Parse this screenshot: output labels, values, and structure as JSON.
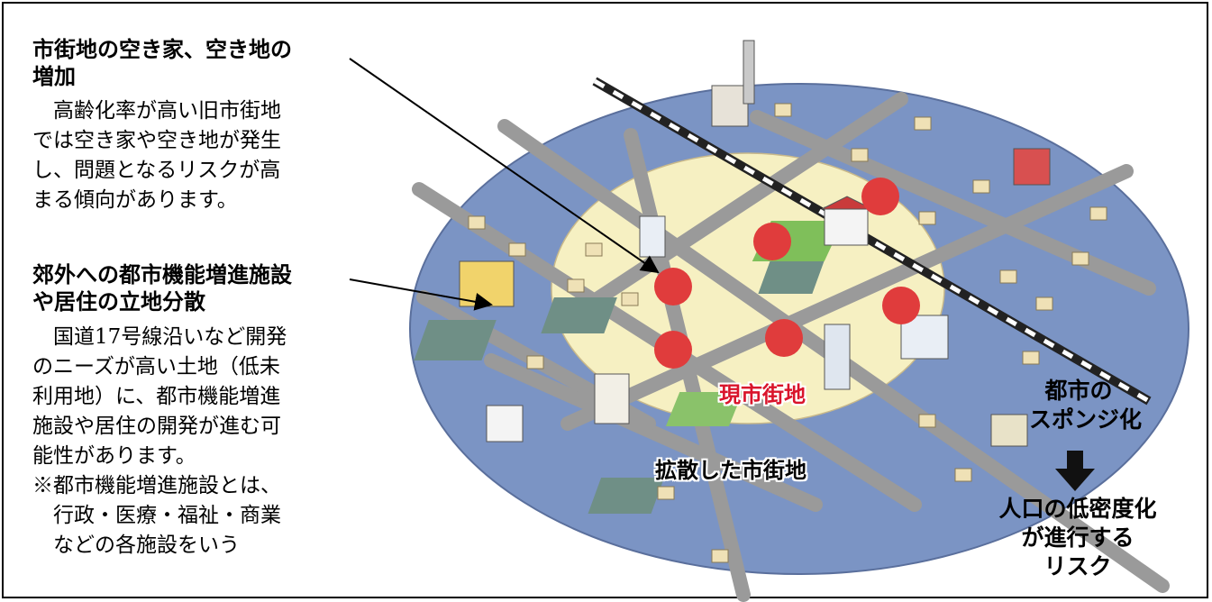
{
  "left_panel": {
    "section1": {
      "heading_lines": [
        "市街地の空き家、空き地の",
        "増加"
      ],
      "body_lines": [
        "　高齢化率が高い旧市街地",
        "では空き家や空き地が発生",
        "し、問題となるリスクが高",
        "まる傾向があります。"
      ]
    },
    "section2": {
      "heading_lines": [
        "郊外への都市機能増進施設",
        "や居住の立地分散"
      ],
      "body_lines": [
        "　国道17号線沿いなど開発",
        "のニーズが高い土地（低未",
        "利用地）に、都市機能増進",
        "施設や居住の開発が進む可",
        "能性があります。"
      ],
      "note_lines": [
        "※都市機能増進施設とは、",
        "　行政・医療・福祉・商業",
        "　などの各施設をいう"
      ]
    }
  },
  "map": {
    "inner_label": "現市街地",
    "outer_label": "拡散した市街地",
    "colors": {
      "outer_area": "#7b94c4",
      "inner_area": "#f6f0c2",
      "vacancy_dot": "#e03c3c",
      "inner_label": "#d9142b",
      "road": "#9a9a9a"
    }
  },
  "right_panel": {
    "top_lines": [
      "都市の",
      "スポンジ化"
    ],
    "arrow_icon": "down-arrow-icon",
    "bottom_lines": [
      "人口の低密度化",
      "が進行する",
      "リスク"
    ]
  }
}
